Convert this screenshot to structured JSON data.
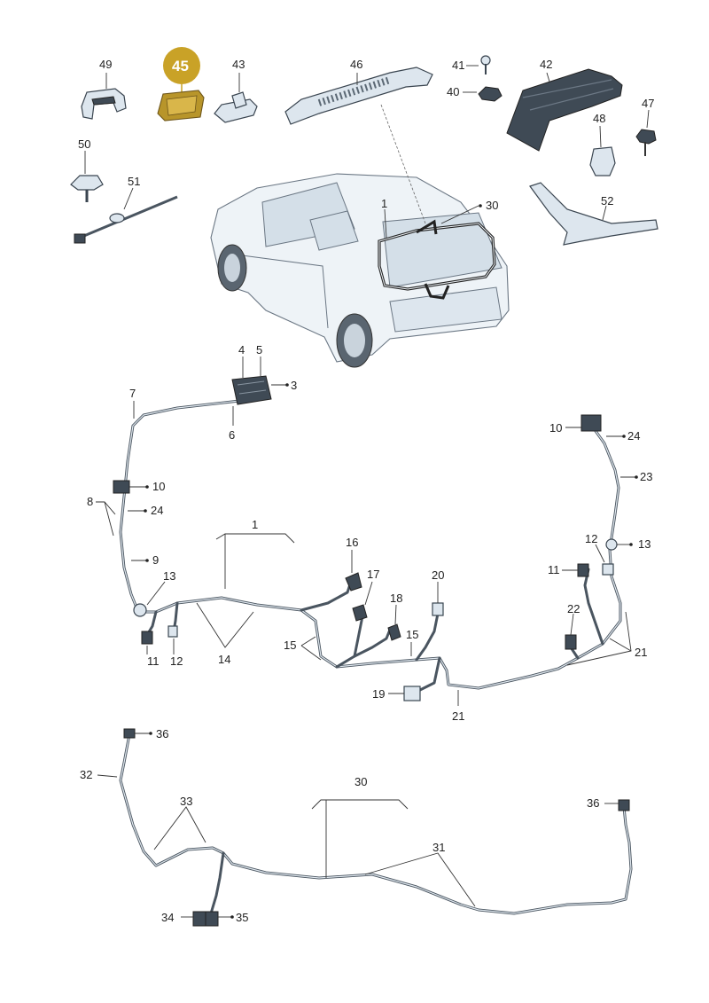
{
  "colors": {
    "highlight": "#c9a227",
    "highlight_part": "#b8952a",
    "wire": "#4a5560",
    "part_fill": "#dde6ee"
  },
  "highlight": {
    "label": "45"
  },
  "top_parts": {
    "p49": "49",
    "p43": "43",
    "p46": "46",
    "p41": "41",
    "p40": "40",
    "p42": "42",
    "p47": "47",
    "p48": "48",
    "p50": "50",
    "p51": "51",
    "p52": "52",
    "p1": "1",
    "p30": "30"
  },
  "main_harness": {
    "p1": "1",
    "p3": "3",
    "p4": "4",
    "p5": "5",
    "p6": "6",
    "p7": "7",
    "p8": "8",
    "p9": "9",
    "p10a": "10",
    "p10b": "10",
    "p11a": "11",
    "p11b": "11",
    "p12a": "12",
    "p12b": "12",
    "p13a": "13",
    "p13b": "13",
    "p14": "14",
    "p15a": "15",
    "p15b": "15",
    "p16": "16",
    "p17": "17",
    "p18": "18",
    "p19": "19",
    "p20": "20",
    "p21a": "21",
    "p21b": "21",
    "p22": "22",
    "p23": "23",
    "p24a": "24",
    "p24b": "24"
  },
  "lower_harness": {
    "p30": "30",
    "p31": "31",
    "p32": "32",
    "p33": "33",
    "p34": "34",
    "p35": "35",
    "p36a": "36",
    "p36b": "36"
  }
}
